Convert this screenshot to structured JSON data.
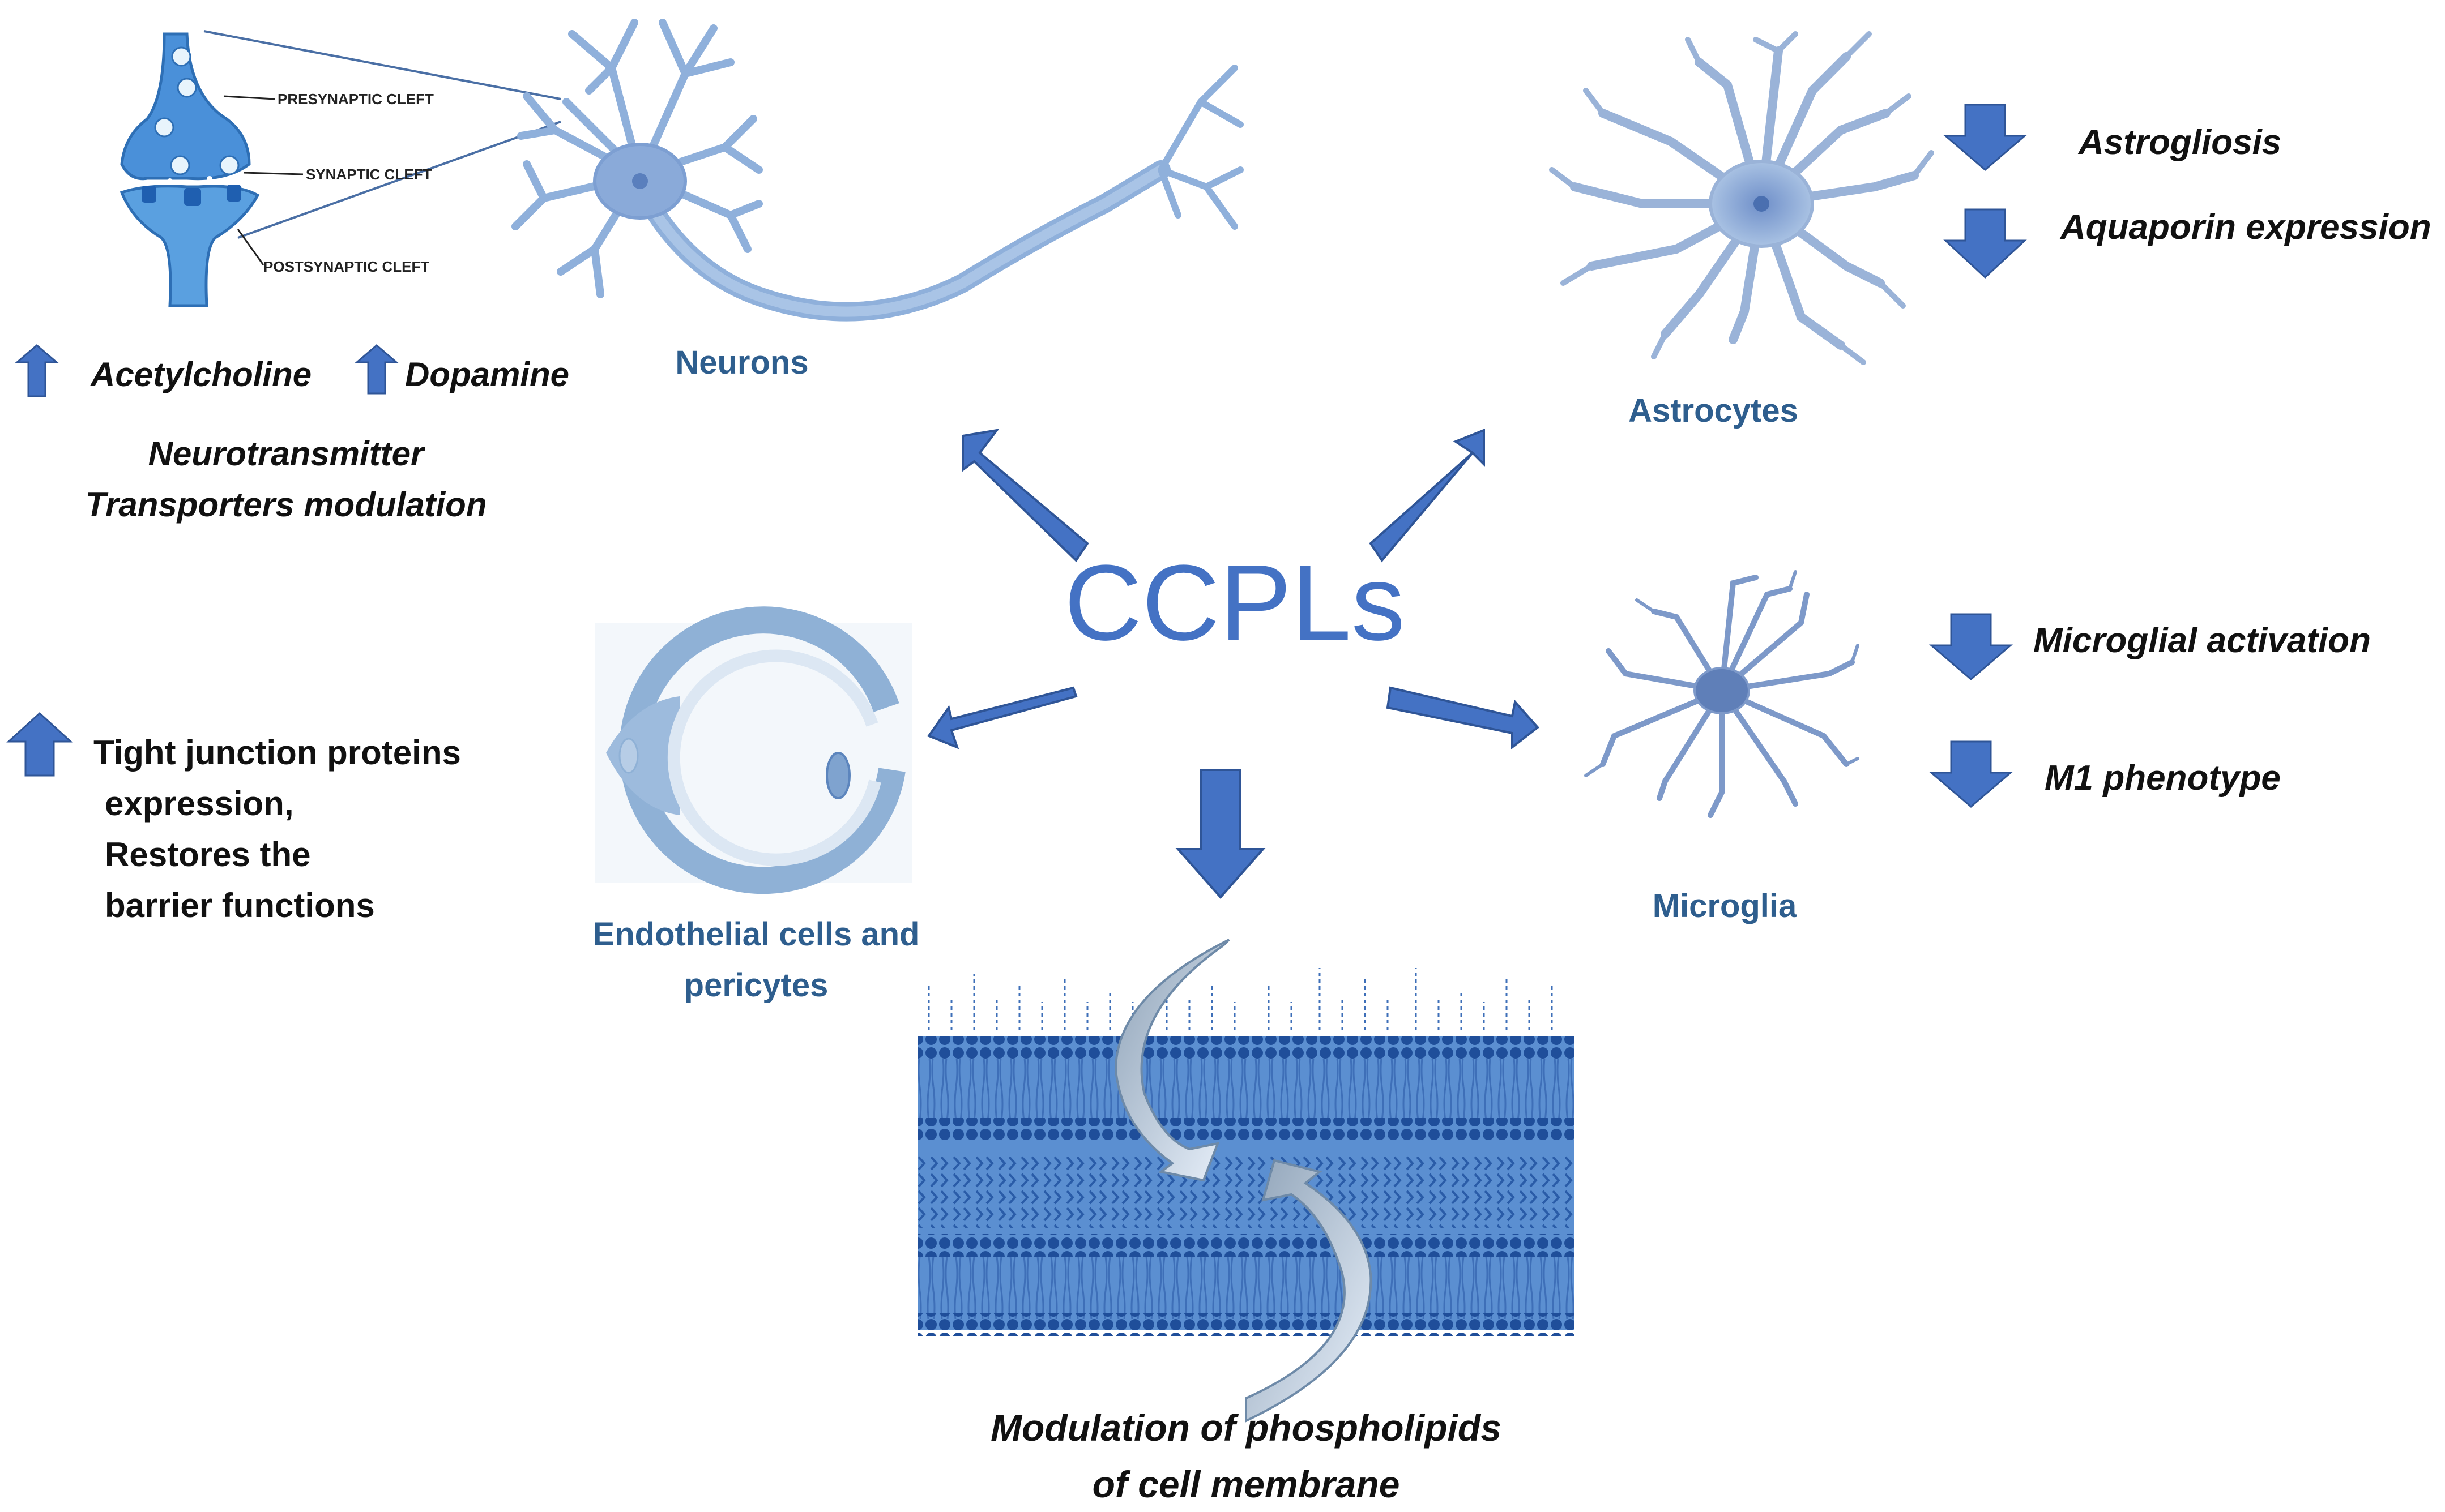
{
  "center_label": "CCPLs",
  "colors": {
    "arrow": "#4472C4",
    "arrow_stroke": "#2F5597",
    "cell_label": "#2E5E8E",
    "center_text": "#4472C4",
    "cell_fill": "#9DB9DD",
    "membrane_dark": "#1F4E9A",
    "membrane_light": "#5B8FD1"
  },
  "synapse": {
    "presynaptic": "PRESYNAPTIC CLEFT",
    "synaptic": "SYNAPTIC CLEFT",
    "postsynaptic": "POSTSYNAPTIC CLEFT"
  },
  "neurons": {
    "label": "Neurons",
    "effects": [
      {
        "direction": "up",
        "text": "Acetylcholine",
        "icon": "up-arrow-icon"
      },
      {
        "direction": "up",
        "text": "Dopamine",
        "icon": "up-arrow-icon"
      }
    ],
    "note_line1": "Neurotransmitter",
    "note_line2": "Transporters modulation"
  },
  "astrocytes": {
    "label": "Astrocytes",
    "effects": [
      {
        "direction": "down",
        "text": "Astrogliosis",
        "icon": "down-arrow-icon"
      },
      {
        "direction": "down",
        "text": "Aquaporin expression",
        "icon": "down-arrow-icon"
      }
    ]
  },
  "microglia": {
    "label": "Microglia",
    "effects": [
      {
        "direction": "down",
        "text": "Microglial activation",
        "icon": "down-arrow-icon"
      },
      {
        "direction": "down",
        "text": "M1 phenotype",
        "icon": "down-arrow-icon"
      }
    ]
  },
  "endothelial": {
    "label_line1": "Endothelial cells and",
    "label_line2": "pericytes",
    "effect": {
      "direction": "up",
      "icon": "up-arrow-icon"
    },
    "text_lines": [
      "Tight junction proteins",
      "expression,",
      "Restores the",
      "barrier functions"
    ]
  },
  "membrane": {
    "caption_line1": "Modulation of phospholipids",
    "caption_line2": "of cell membrane"
  }
}
